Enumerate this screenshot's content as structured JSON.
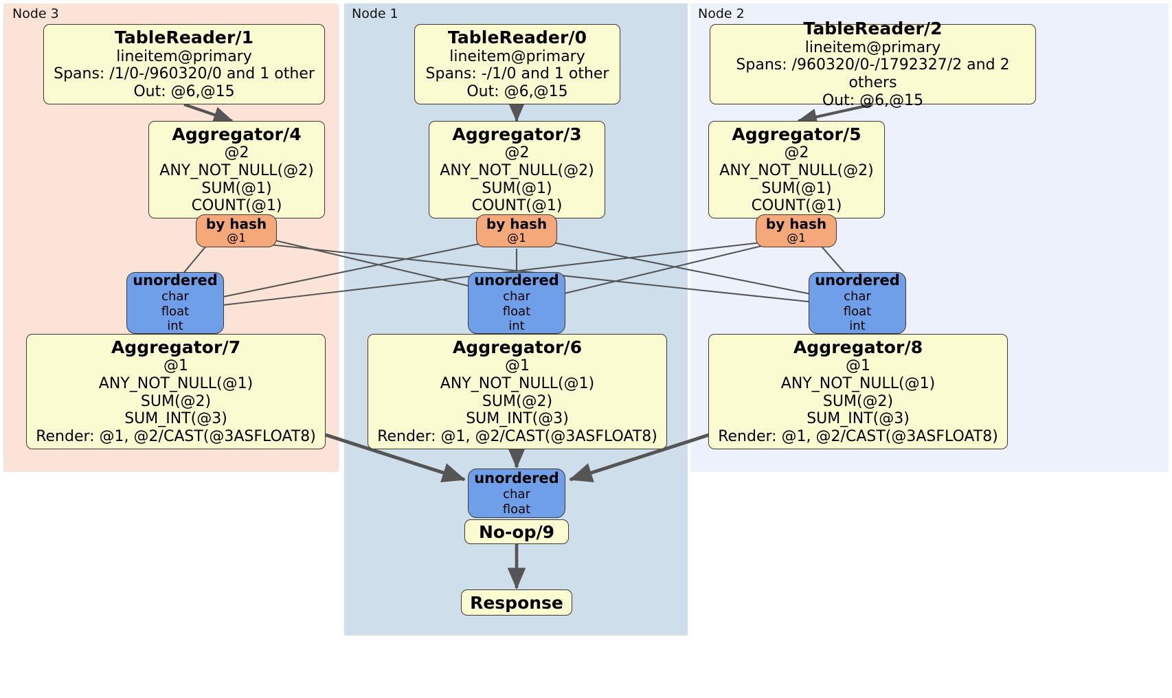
{
  "diagram": {
    "title": "distributed-query-plan",
    "colors": {
      "panel_node3": "#fbe3d8",
      "panel_node1": "#cfdeeb",
      "panel_node2": "#edf1fb",
      "processor_box": "#fbfbd2",
      "hash_router": "#f5a97a",
      "unordered_synchronizer": "#6f9fe8",
      "edge": "#555555",
      "border": "#40372e"
    }
  },
  "panels": [
    {
      "id": "node3",
      "label": "Node 3"
    },
    {
      "id": "node1",
      "label": "Node 1"
    },
    {
      "id": "node2",
      "label": "Node 2"
    }
  ],
  "readers": [
    {
      "title": "TableReader/1",
      "table": "lineitem@primary",
      "spans": "Spans: /1/0-/960320/0 and 1 other",
      "out": "Out: @6,@15"
    },
    {
      "title": "TableReader/0",
      "table": "lineitem@primary",
      "spans": "Spans: -/1/0 and 1 other",
      "out": "Out: @6,@15"
    },
    {
      "title": "TableReader/2",
      "table": "lineitem@primary",
      "spans": "Spans: /960320/0-/1792327/2 and 2 others",
      "out": "Out: @6,@15"
    }
  ],
  "local_aggregators": [
    {
      "title": "Aggregator/4",
      "group": "@2",
      "f1": "ANY_NOT_NULL(@2)",
      "f2": "SUM(@1)",
      "f3": "COUNT(@1)"
    },
    {
      "title": "Aggregator/3",
      "group": "@2",
      "f1": "ANY_NOT_NULL(@2)",
      "f2": "SUM(@1)",
      "f3": "COUNT(@1)"
    },
    {
      "title": "Aggregator/5",
      "group": "@2",
      "f1": "ANY_NOT_NULL(@2)",
      "f2": "SUM(@1)",
      "f3": "COUNT(@1)"
    }
  ],
  "hash_routers": [
    {
      "title": "by hash",
      "column": "@1"
    },
    {
      "title": "by hash",
      "column": "@1"
    },
    {
      "title": "by hash",
      "column": "@1"
    }
  ],
  "synchronizers": [
    {
      "title": "unordered",
      "t1": "char",
      "t2": "float",
      "t3": "int"
    },
    {
      "title": "unordered",
      "t1": "char",
      "t2": "float",
      "t3": "int"
    },
    {
      "title": "unordered",
      "t1": "char",
      "t2": "float",
      "t3": "int"
    }
  ],
  "final_aggregators": [
    {
      "title": "Aggregator/7",
      "group": "@1",
      "f1": "ANY_NOT_NULL(@1)",
      "f2": "SUM(@2)",
      "f3": "SUM_INT(@3)",
      "render": "Render: @1, @2/CAST(@3ASFLOAT8)"
    },
    {
      "title": "Aggregator/6",
      "group": "@1",
      "f1": "ANY_NOT_NULL(@1)",
      "f2": "SUM(@2)",
      "f3": "SUM_INT(@3)",
      "render": "Render: @1, @2/CAST(@3ASFLOAT8)"
    },
    {
      "title": "Aggregator/8",
      "group": "@1",
      "f1": "ANY_NOT_NULL(@1)",
      "f2": "SUM(@2)",
      "f3": "SUM_INT(@3)",
      "render": "Render: @1, @2/CAST(@3ASFLOAT8)"
    }
  ],
  "final_synchronizer": {
    "title": "unordered",
    "t1": "char",
    "t2": "float"
  },
  "noop": {
    "title": "No-op/9"
  },
  "response": {
    "title": "Response"
  }
}
